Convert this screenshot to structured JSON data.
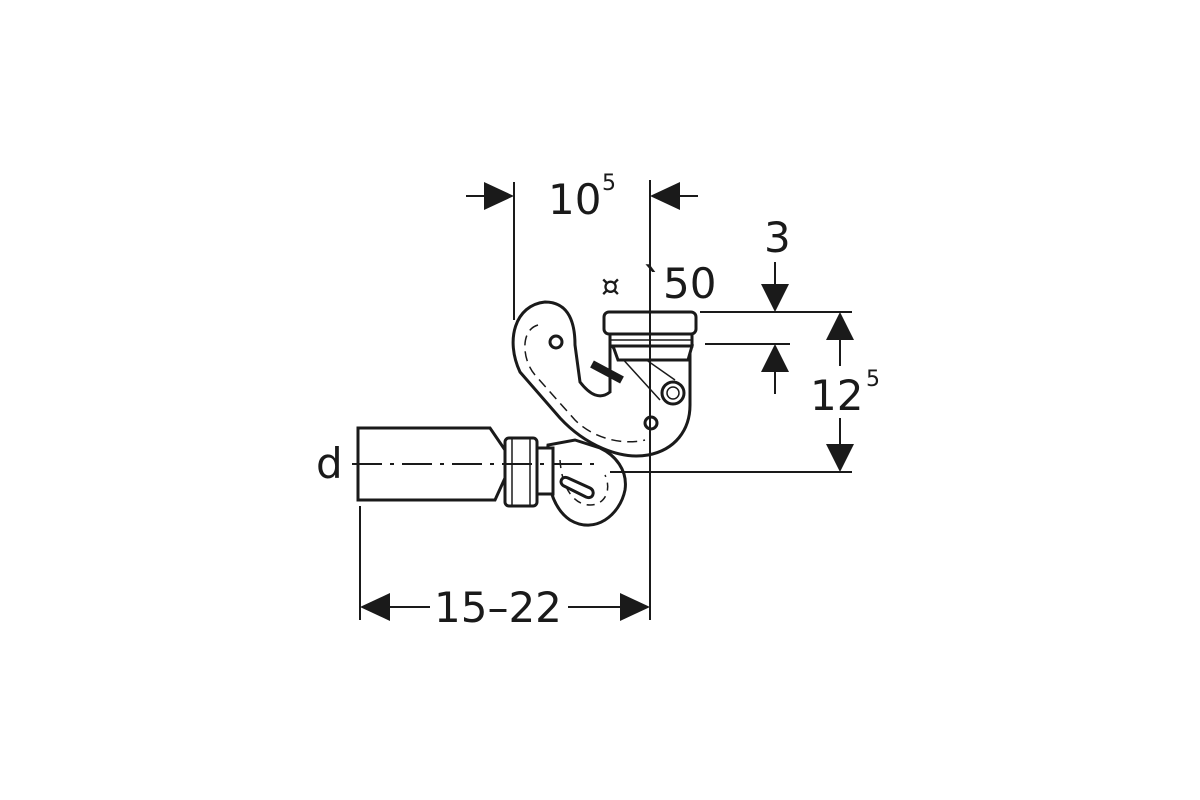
{
  "dimensions": {
    "top_width": {
      "base": "10",
      "sup": "5"
    },
    "top_offset": "3",
    "diameter": {
      "symbol": "¤",
      "value": "`50"
    },
    "height": {
      "base": "12",
      "sup": "5"
    },
    "outlet_label": "d",
    "length_range": "15–22"
  },
  "colors": {
    "stroke": "#1a1a1a",
    "background": "#ffffff"
  }
}
